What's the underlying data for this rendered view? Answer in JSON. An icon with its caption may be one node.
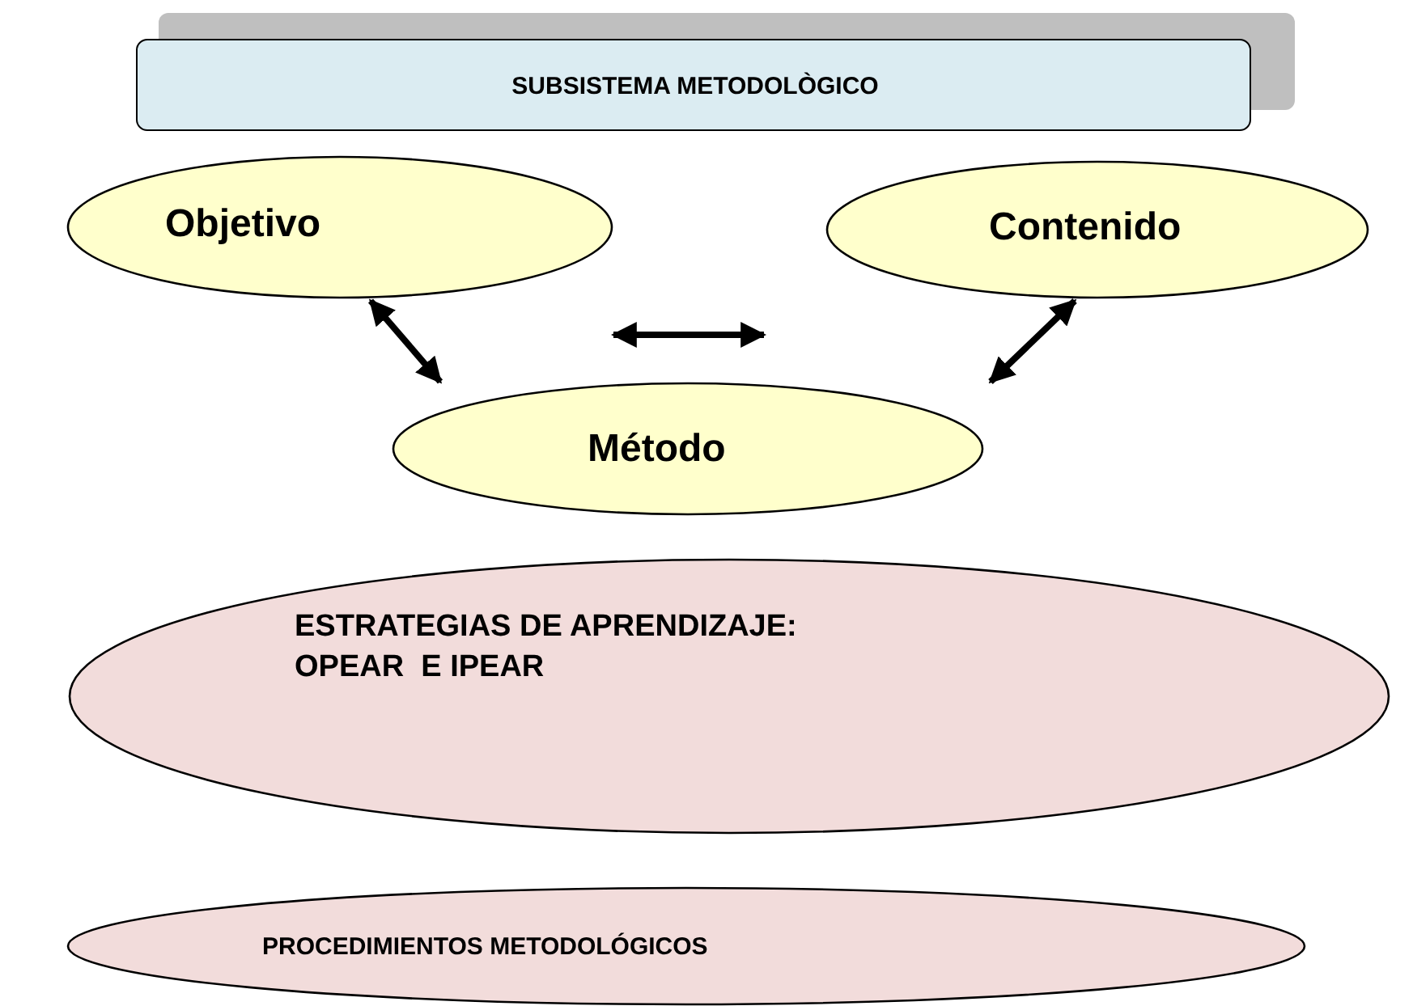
{
  "diagram": {
    "nodes": [
      {
        "text": [
          "SUBSISTEMA METODOLÒGICO"
        ]
      },
      {
        "text": [
          "Objetivo"
        ]
      },
      {
        "text": [
          "Contenido"
        ]
      },
      {
        "text": [
          "Método"
        ]
      },
      {
        "text": [
          "ESTRATEGIAS DE APRENDIZAJE: OPEAR  E IPEAR"
        ]
      },
      {
        "text": [
          "PROCEDIMIENTOS METODOLÓGICOS"
        ]
      }
    ],
    "edges": [
      {
        "from": 1,
        "to": 3,
        "arrow": "both"
      },
      {
        "from": 2,
        "to": 3,
        "arrow": "both"
      }
    ]
  }
}
